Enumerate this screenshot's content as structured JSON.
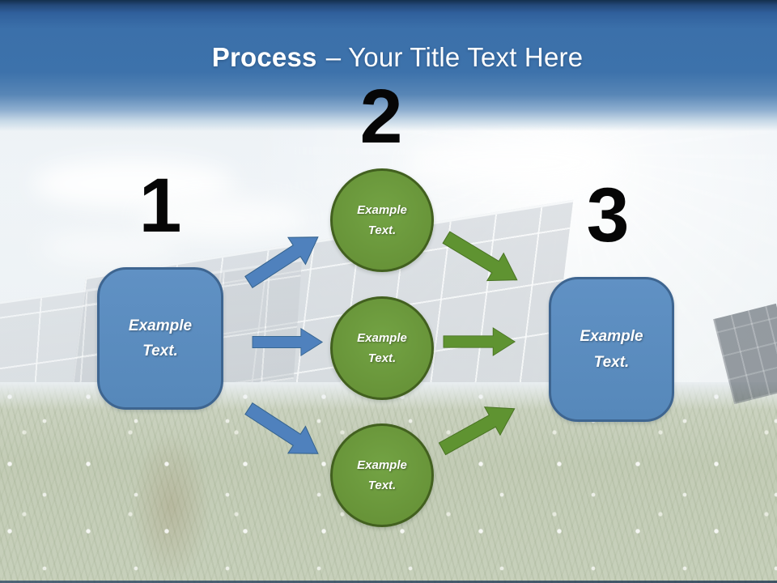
{
  "slide": {
    "title": {
      "bold": "Process",
      "rest": "– Your Title Text Here"
    },
    "numbers": [
      "1",
      "2",
      "3"
    ],
    "left_box": {
      "label": "Example Text."
    },
    "circles": [
      {
        "label": "Example Text."
      },
      {
        "label": "Example Text."
      },
      {
        "label": "Example Text."
      }
    ],
    "right_box": {
      "label": "Example Text."
    }
  },
  "colors": {
    "header_blue": "#3d71a9",
    "title_text": "#ffffff",
    "number_text": "#060606",
    "box_fill": "#5b8dc0",
    "box_border": "#3e6590",
    "circle_fill": "#6b9b3d",
    "circle_border": "#42601f",
    "arrow_blue": "#4f81bd",
    "arrow_green": "#5f9331",
    "shape_text": "#ffffff",
    "grass": "#c5ceb9",
    "sky": "#e8eef4"
  }
}
